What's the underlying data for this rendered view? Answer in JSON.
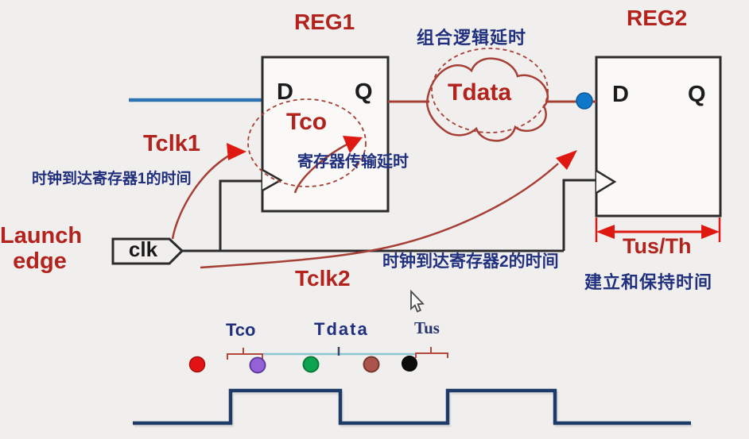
{
  "colors": {
    "background": "#f0efed",
    "red_label": "#b3231e",
    "bright_red": "#e01812",
    "navy_label": "#20307e",
    "black_line": "#2b2b2b",
    "dark_red_line": "#a63f35",
    "waveform_navy": "#1e3a68",
    "waveform_shadow": "#cfcfcd",
    "teal_line": "#8cc6d2",
    "blue_wire": "#2e74b5",
    "blue_dot": "#1078c8",
    "bracket_red": "#b5483c",
    "tick_navy": "#3a4a66"
  },
  "registers": {
    "reg1": {
      "title": "REG1",
      "d_port": "D",
      "q_port": "Q"
    },
    "reg2": {
      "title": "REG2",
      "d_port": "D",
      "q_port": "Q"
    }
  },
  "labels": {
    "clk": "clk",
    "launch_edge_line1": "Launch",
    "launch_edge_line2": "edge",
    "tclk1": "Tclk1",
    "tclk2": "Tclk2",
    "tco": "Tco",
    "tdata": "Tdata",
    "tus_th": "Tus/Th",
    "comb_logic_delay": "组合逻辑延时",
    "reg_transfer_delay": "寄存器传输延时",
    "clk_arrive_reg1": "时钟到达寄存器1的时间",
    "clk_arrive_reg2": "时钟到达寄存器2的时间",
    "setup_hold_time": "建立和保持时间"
  },
  "timeline": {
    "tco_label": "Tco",
    "tdata_label": "Tdata",
    "tus_label": "Tus",
    "dots": [
      {
        "name": "launch-edge-dot",
        "color": "#e51414",
        "border": "#a50f0f"
      },
      {
        "name": "tco-start-dot",
        "color": "#9660d8",
        "border": "#5e3c9c"
      },
      {
        "name": "tdata-mid-dot",
        "color": "#0ca44e",
        "border": "#097a39"
      },
      {
        "name": "tdata-end-dot",
        "color": "#aa544c",
        "border": "#7a352c"
      },
      {
        "name": "capture-dot",
        "color": "#0c0c0c",
        "border": "#000000"
      }
    ]
  }
}
